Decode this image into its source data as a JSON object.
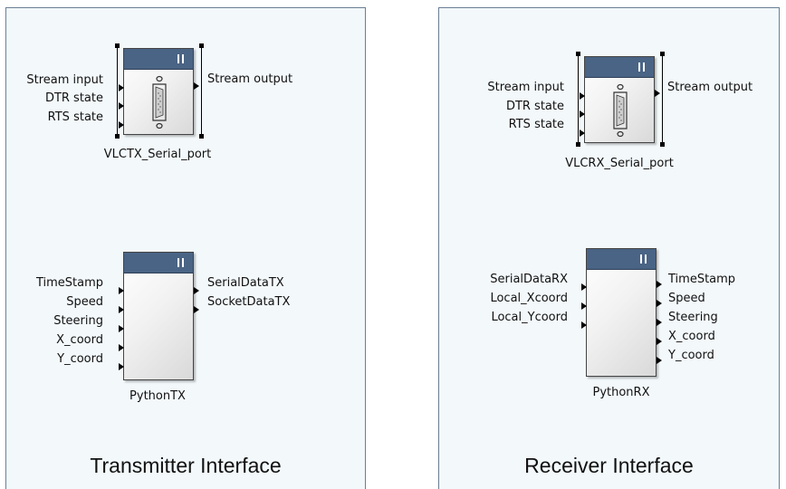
{
  "transmitter": {
    "title": "Transmitter Interface",
    "serial_block": {
      "name": "VLCTX_Serial_port",
      "inputs": [
        "Stream input",
        "DTR state",
        "RTS state"
      ],
      "outputs": [
        "Stream output"
      ],
      "icon": "serial-port-icon"
    },
    "python_block": {
      "name": "PythonTX",
      "inputs": [
        "TimeStamp",
        "Speed",
        "Steering",
        "X_coord",
        "Y_coord"
      ],
      "outputs": [
        "SerialDataTX",
        "SocketDataTX"
      ]
    }
  },
  "receiver": {
    "title": "Receiver Interface",
    "serial_block": {
      "name": "VLCRX_Serial_port",
      "inputs": [
        "Stream input",
        "DTR state",
        "RTS state"
      ],
      "outputs": [
        "Stream output"
      ],
      "icon": "serial-port-icon"
    },
    "python_block": {
      "name": "PythonRX",
      "inputs": [
        "SerialDataRX",
        "Local_Xcoord",
        "Local_Ycoord"
      ],
      "outputs": [
        "TimeStamp",
        "Speed",
        "Steering",
        "X_coord",
        "Y_coord"
      ]
    }
  },
  "colors": {
    "header": "#4a6485",
    "panel_bg": "#f3f8fb",
    "panel_border": "#6a7f96"
  }
}
